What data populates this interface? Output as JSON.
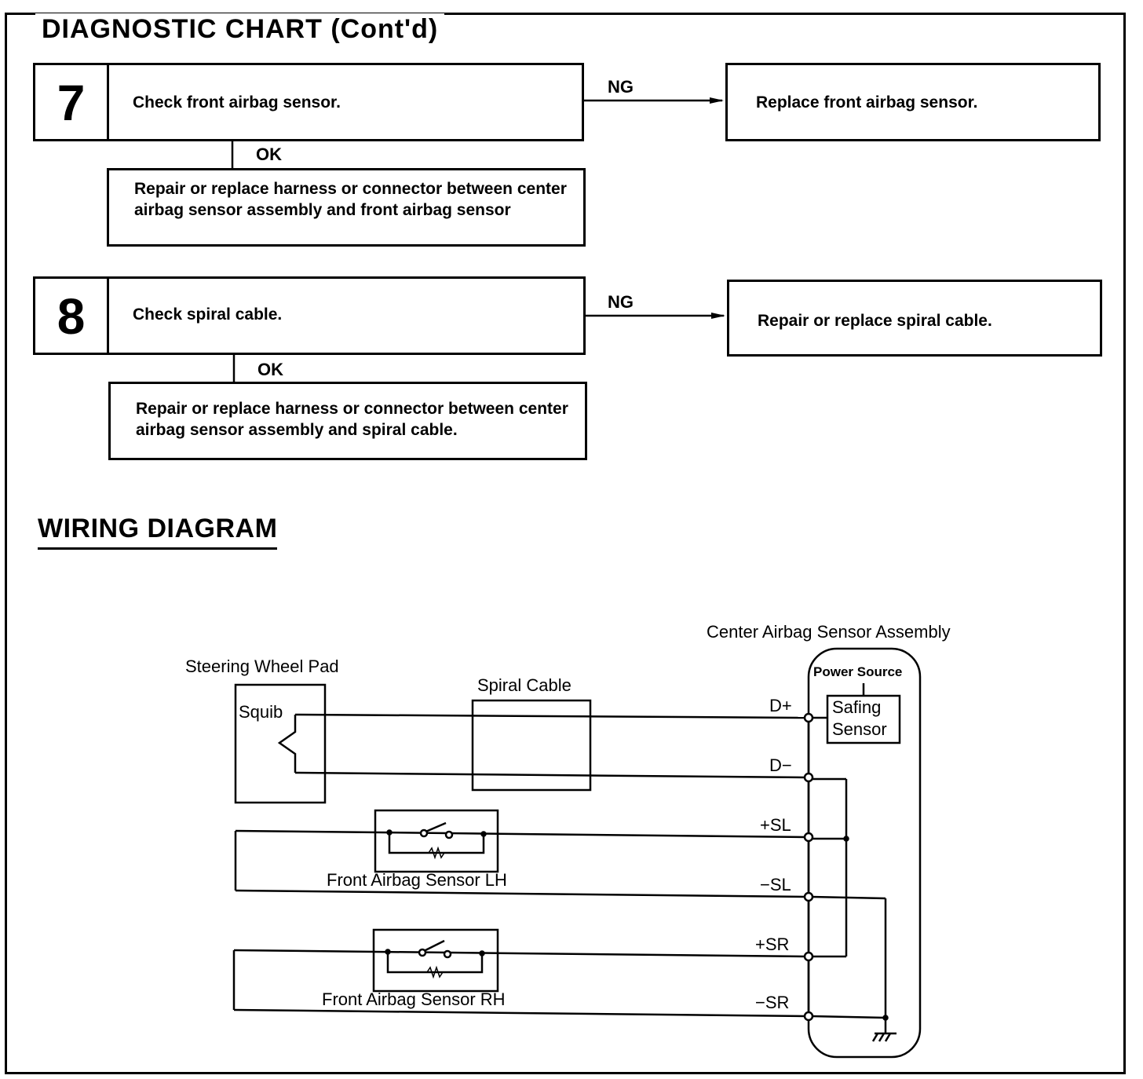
{
  "header": {
    "title": "DIAGNOSTIC CHART (Cont'd)"
  },
  "steps": [
    {
      "number": "7",
      "check": "Check front airbag sensor.",
      "ng_label": "NG",
      "ng_action": "Replace front airbag sensor.",
      "ok_label": "OK",
      "ok_action": "Repair or replace harness or connector between center airbag sensor assembly and front airbag sensor"
    },
    {
      "number": "8",
      "check": "Check spiral cable.",
      "ng_label": "NG",
      "ng_action": "Repair or replace spiral cable.",
      "ok_label": "OK",
      "ok_action": "Repair or replace harness or connector between center airbag sensor assembly and spiral cable."
    }
  ],
  "wiring": {
    "title": "WIRING DIAGRAM",
    "center_assembly": "Center Airbag Sensor Assembly",
    "power_source": "Power Source",
    "safing_sensor_1": "Safing",
    "safing_sensor_2": "Sensor",
    "steering_wheel_pad": "Steering Wheel Pad",
    "squib": "Squib",
    "spiral_cable": "Spiral Cable",
    "front_sensor_lh": "Front Airbag Sensor LH",
    "front_sensor_rh": "Front Airbag Sensor RH",
    "terminals": {
      "d_plus": "D+",
      "d_minus": "D−",
      "plus_sl": "+SL",
      "minus_sl": "−SL",
      "plus_sr": "+SR",
      "minus_sr": "−SR"
    }
  }
}
